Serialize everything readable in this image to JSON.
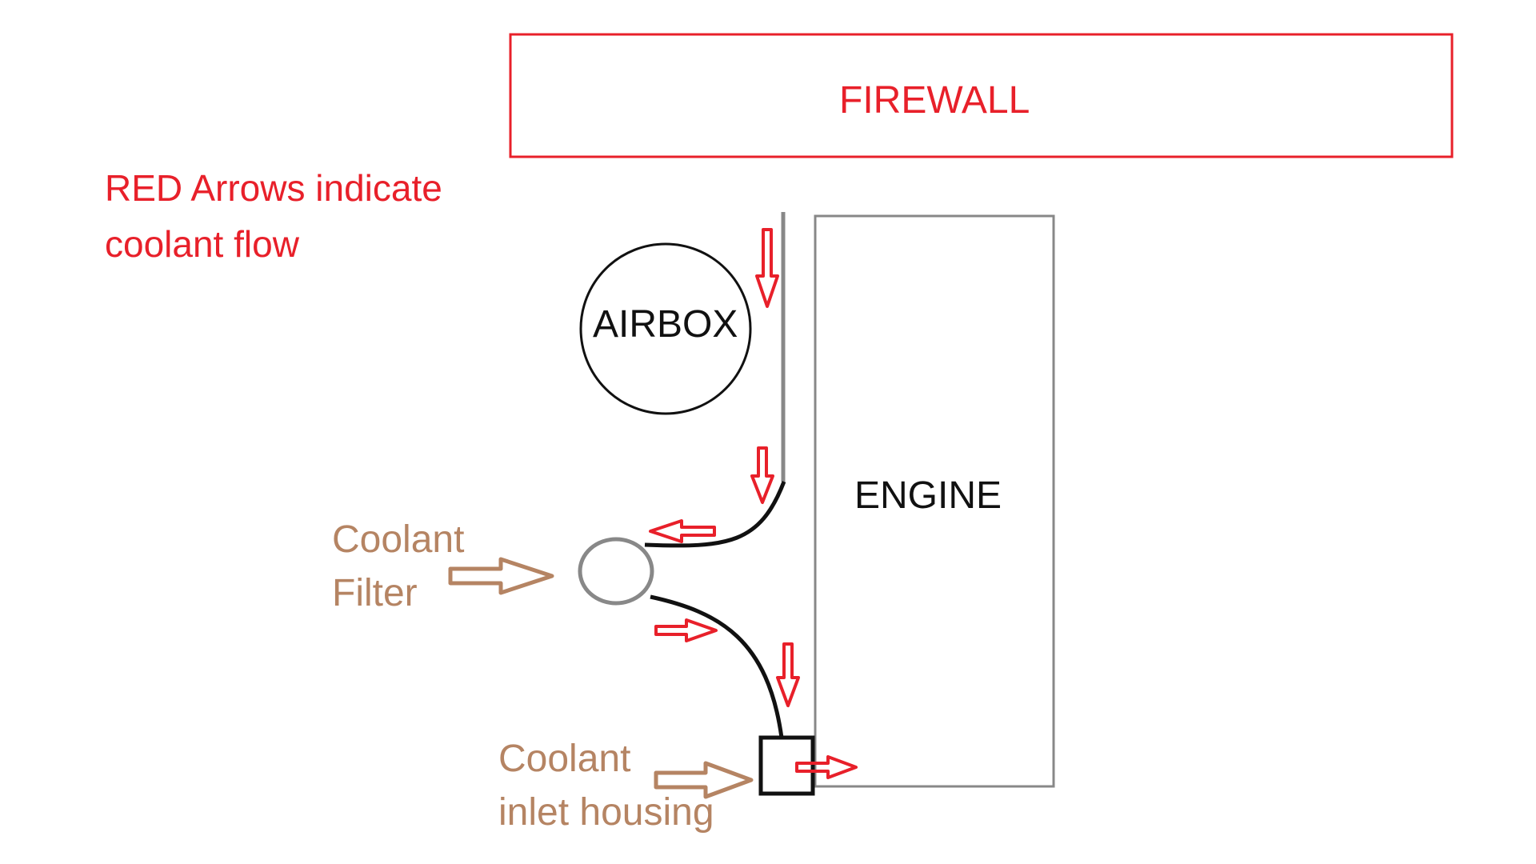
{
  "diagram": {
    "firewall_label": "FIREWALL",
    "legend_line1": "RED Arrows indicate",
    "legend_line2": "coolant flow",
    "airbox_label": "AIRBOX",
    "engine_label": "ENGINE",
    "coolant_filter_line1": "Coolant",
    "coolant_filter_line2": "Filter",
    "coolant_inlet_line1": "Coolant",
    "coolant_inlet_line2": "inlet housing"
  },
  "colors": {
    "flow_arrow": "#e8202a",
    "pointer_arrow": "#b58463",
    "engine_outline": "#888888",
    "hose": "#111111"
  }
}
